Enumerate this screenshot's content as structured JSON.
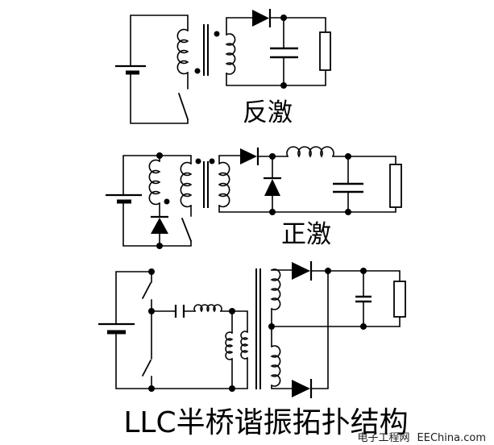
{
  "page": {
    "background": "#ffffff",
    "ink": "#000000",
    "description": "Three switch-mode power-supply topologies drawn as circuit schematics"
  },
  "circuits": [
    {
      "id": "flyback",
      "label": "反激",
      "components": [
        "dc-source",
        "switch",
        "isolation-transformer",
        "output-rectifier-diode",
        "output-capacitor",
        "load-resistor"
      ]
    },
    {
      "id": "forward",
      "label": "正激",
      "components": [
        "dc-source",
        "reset-winding",
        "reset-diode",
        "switch",
        "isolation-transformer",
        "series-rectifier-diode",
        "freewheeling-diode",
        "output-inductor",
        "output-capacitor",
        "load-resistor"
      ]
    },
    {
      "id": "llc-half-bridge",
      "label": "LLC半桥谐振拓扑结构",
      "components": [
        "dc-source",
        "high-side-switch",
        "low-side-switch",
        "resonant-capacitor",
        "resonant-inductor",
        "magnetizing-inductor",
        "center-tapped-transformer",
        "rectifier-diode-top",
        "rectifier-diode-bottom",
        "output-capacitor",
        "load-resistor"
      ]
    }
  ],
  "watermark": {
    "site": "电子工程网",
    "domain": "EEChina.com"
  }
}
